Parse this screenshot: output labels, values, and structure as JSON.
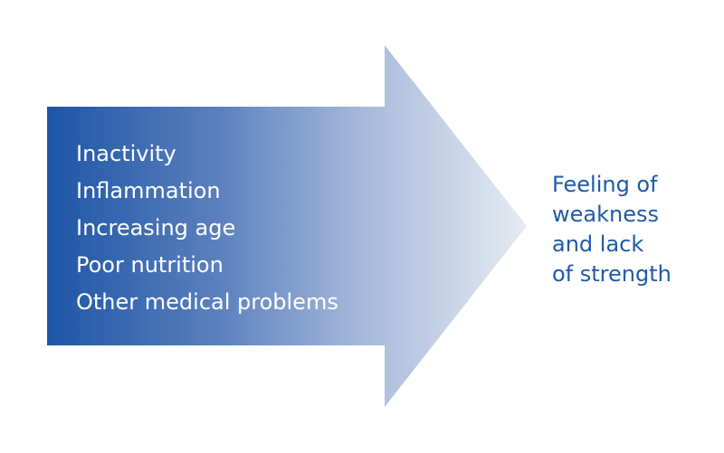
{
  "diagram": {
    "causes": [
      "Inactivity",
      "Inflammation",
      "Increasing age",
      "Poor nutrition",
      "Other medical problems"
    ],
    "effect_lines": [
      "Feeling of",
      "weakness",
      "and lack",
      "of strength"
    ]
  },
  "colors": {
    "arrow_start": "#1e55a6",
    "arrow_end": "#e6ebf2",
    "effect_text": "#1f5aa8",
    "cause_text": "#ffffff"
  }
}
